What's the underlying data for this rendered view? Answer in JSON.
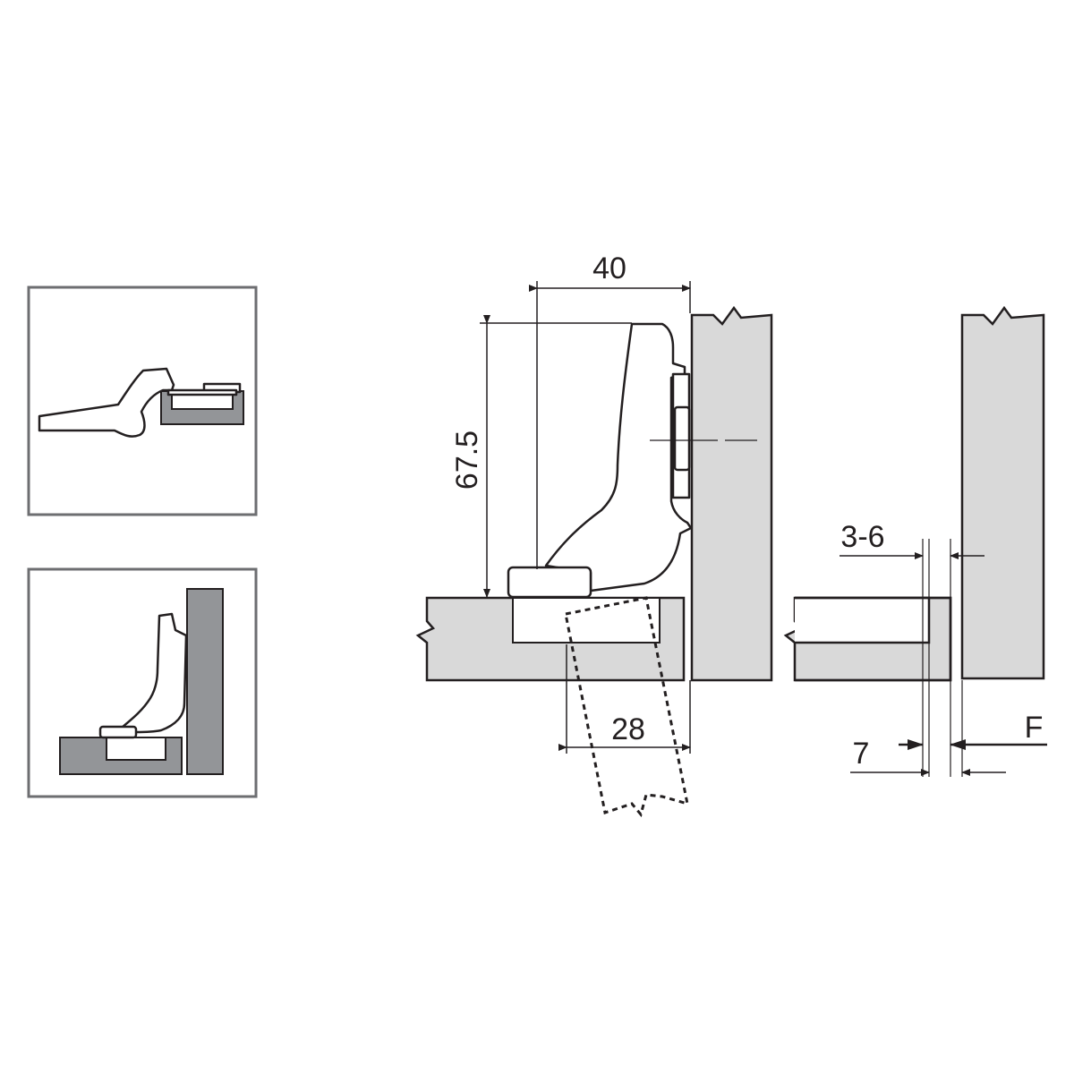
{
  "diagram": {
    "colors": {
      "panel_fill": "#d9d9d9",
      "icon_panel_fill": "#939598",
      "stroke": "#231f20",
      "frame_stroke": "#6d6e71"
    },
    "dimensions": {
      "width_40": "40",
      "height_67_5": "67.5",
      "cup_28": "28",
      "gap_3_6": "3-6",
      "edge_7": "7",
      "overlay_f": "F"
    }
  }
}
